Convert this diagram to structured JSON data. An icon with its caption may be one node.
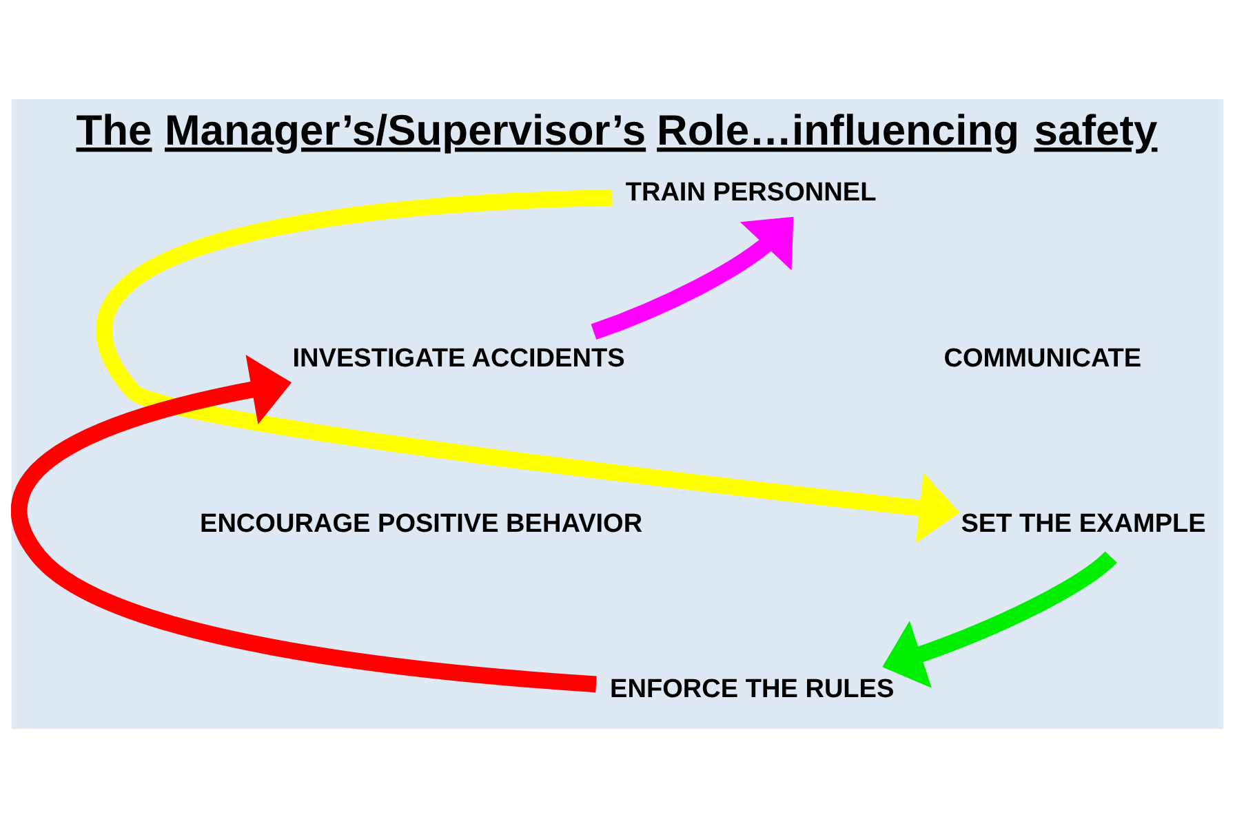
{
  "diagram": {
    "title": "The Manager’s/Supervisor’s Role…influencing safety",
    "nodes": [
      {
        "text": [
          "TRAIN PERSONNEL"
        ]
      },
      {
        "text": [
          "COMMUNICATE"
        ]
      },
      {
        "text": [
          "SET THE EXAMPLE"
        ]
      },
      {
        "text": [
          "ENFORCE THE RULES"
        ]
      },
      {
        "text": [
          "ENCOURAGE POSITIVE BEHAVIOR"
        ]
      },
      {
        "text": [
          "INVESTIGATE ACCIDENTS"
        ]
      }
    ],
    "edges": [
      {
        "from": 5,
        "to": 0,
        "arrow": "to",
        "color": "#ff00ff"
      },
      {
        "from": 0,
        "to": 2,
        "arrow": "to",
        "color": "#ffff00"
      },
      {
        "from": 2,
        "to": 3,
        "arrow": "to",
        "color": "#00ee00"
      },
      {
        "from": 3,
        "to": 5,
        "arrow": "to",
        "color": "#ff0000"
      }
    ]
  }
}
